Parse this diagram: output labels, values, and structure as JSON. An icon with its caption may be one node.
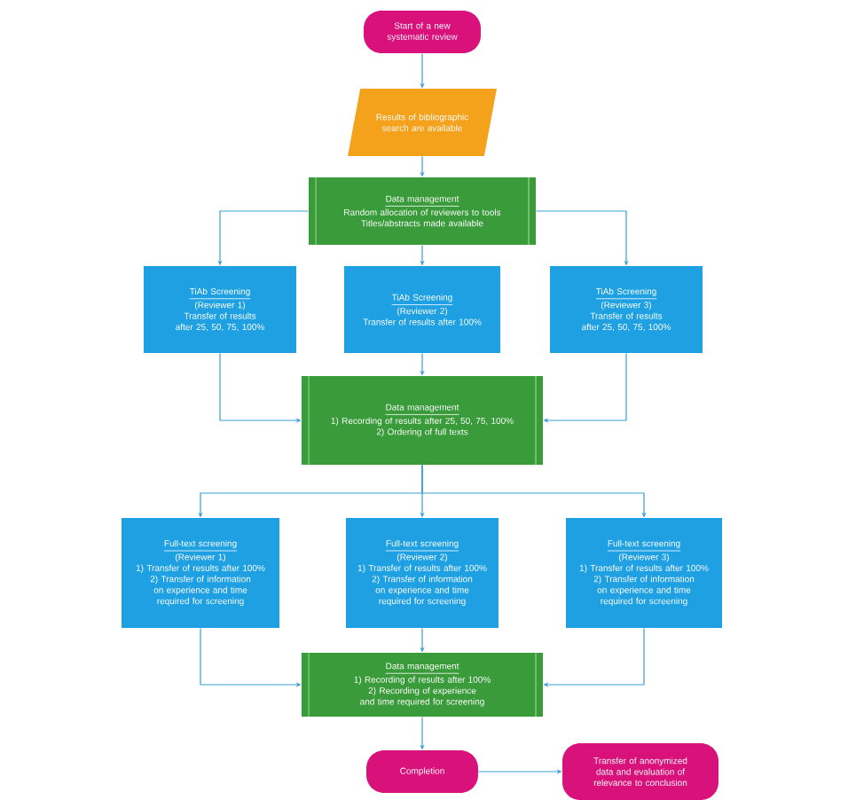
{
  "diagram": {
    "nodes": [
      {
        "text": [
          "Start of a new systematic review"
        ]
      },
      {
        "text": [
          "Results of bibliographic search are available"
        ]
      },
      {
        "text": [
          "Data management",
          "Random allocation of reviewers to tools",
          "Titles/abstracts made available"
        ]
      },
      {
        "text": [
          "TiAb Screening",
          "(Reviewer 1)",
          "Transfer of results after 25, 50, 75, 100%"
        ]
      },
      {
        "text": [
          "TiAb Screening",
          "(Reviewer 2)",
          "Transfer of results after 100%"
        ]
      },
      {
        "text": [
          "TiAb Screening",
          "(Reviewer 3)",
          "Transfer of results after 25, 50, 75, 100%"
        ]
      },
      {
        "text": [
          "Data management",
          "1) Recording of results after 25, 50, 75, 100%",
          "2) Ordering of full texts"
        ]
      },
      {
        "text": [
          "Full-text screening",
          "(Reviewer 1)",
          "1) Transfer of results after 100%",
          "2) Transfer of information on experience and time required for screening"
        ]
      },
      {
        "text": [
          "Full-text screening",
          "(Reviewer 2)",
          "1) Transfer of results after 100%",
          "2) Transfer of information on experience and time required for screening"
        ]
      },
      {
        "text": [
          "Full-text screening",
          "(Reviewer 3)",
          "1) Transfer of results after 100%",
          "2) Transfer of information on experience and time required for screening"
        ]
      },
      {
        "text": [
          "Data management",
          "1) Recording of results after 100%",
          "2) Recording of experience and time required for screening"
        ]
      },
      {
        "text": [
          "Completion"
        ]
      },
      {
        "text": [
          "Transfer of anonymized data and evaluation of relevance to conclusion"
        ]
      }
    ],
    "edges": [
      {
        "from": 0,
        "to": 1,
        "arrow": "to"
      },
      {
        "from": 1,
        "to": 2,
        "arrow": "to"
      },
      {
        "from": 2,
        "to": 3,
        "arrow": "to"
      },
      {
        "from": 2,
        "to": 4,
        "arrow": "to"
      },
      {
        "from": 2,
        "to": 5,
        "arrow": "to"
      },
      {
        "from": 3,
        "to": 6,
        "arrow": "to"
      },
      {
        "from": 4,
        "to": 6,
        "arrow": "to"
      },
      {
        "from": 5,
        "to": 6,
        "arrow": "to"
      },
      {
        "from": 6,
        "to": 7,
        "arrow": "to"
      },
      {
        "from": 6,
        "to": 8,
        "arrow": "to"
      },
      {
        "from": 6,
        "to": 9,
        "arrow": "to"
      },
      {
        "from": 7,
        "to": 10,
        "arrow": "to"
      },
      {
        "from": 8,
        "to": 10,
        "arrow": "to"
      },
      {
        "from": 9,
        "to": 10,
        "arrow": "to"
      },
      {
        "from": 10,
        "to": 11,
        "arrow": "to"
      },
      {
        "from": 11,
        "to": 12,
        "arrow": "to"
      }
    ]
  }
}
